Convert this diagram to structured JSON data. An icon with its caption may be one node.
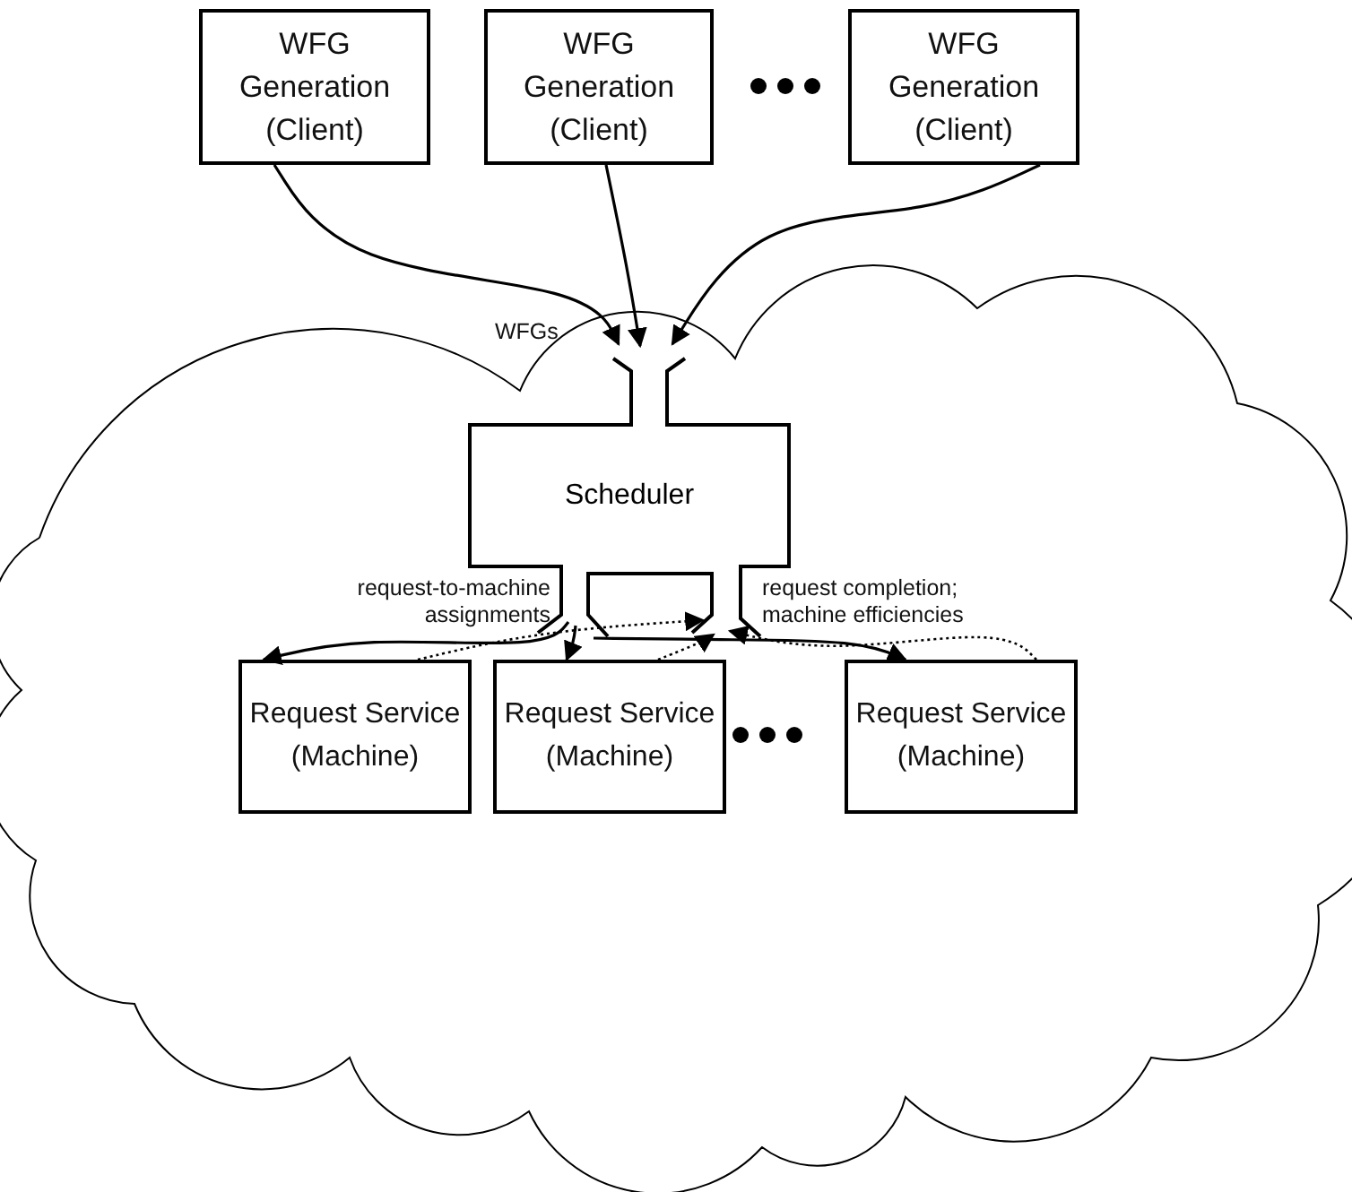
{
  "diagram": {
    "nodes": [
      {
        "text": [
          "WFG Generation (Client)"
        ]
      },
      {
        "text": [
          "WFG Generation (Client)"
        ]
      },
      {
        "text": [
          "WFG Generation (Client)"
        ]
      },
      {
        "text": [],
        "shape": "cloud"
      },
      {
        "text": [
          "Scheduler"
        ],
        "in": 3
      },
      {
        "text": [
          "Request Service (Machine)"
        ],
        "in": 3
      },
      {
        "text": [
          "Request Service (Machine)"
        ],
        "in": 3
      },
      {
        "text": [
          "Request Service (Machine)"
        ],
        "in": 3
      }
    ],
    "edges": [
      {
        "from": 0,
        "to": 4,
        "arrow": "to"
      },
      {
        "from": 1,
        "to": 4,
        "arrow": "to"
      },
      {
        "from": 2,
        "to": 4,
        "arrow": "to"
      },
      {
        "from": 4,
        "to": 5,
        "arrow": "to"
      },
      {
        "from": 4,
        "to": 6,
        "arrow": "to"
      },
      {
        "from": 4,
        "to": 7,
        "arrow": "to"
      },
      {
        "from": 5,
        "to": 4,
        "arrow": "to",
        "style": "dashed"
      },
      {
        "from": 6,
        "to": 4,
        "arrow": "to",
        "style": "dashed"
      },
      {
        "from": 7,
        "to": 4,
        "arrow": "to",
        "style": "dashed"
      }
    ],
    "labels": [
      "WFGs",
      "request-to-machine assignments",
      "request completion; machine efficiencies"
    ]
  }
}
